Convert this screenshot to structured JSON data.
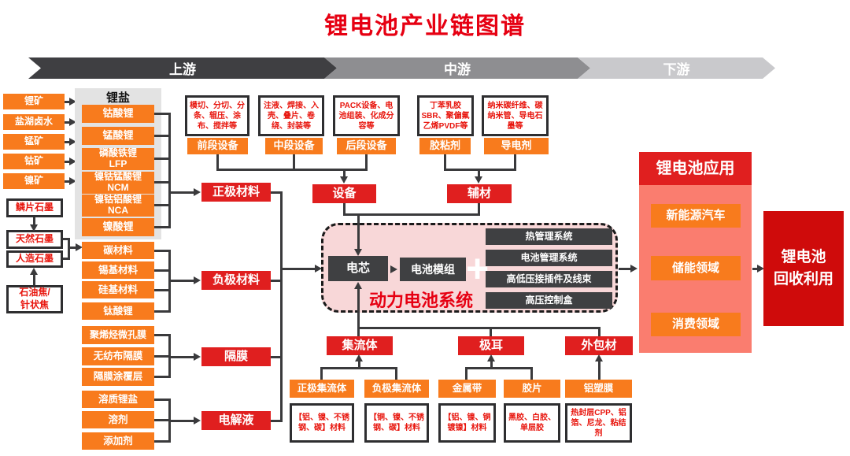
{
  "title": "锂电池产业链图谱",
  "banner": {
    "upstream": "上游",
    "midstream": "中游",
    "downstream": "下游"
  },
  "up": {
    "ores": [
      "锂矿",
      "盐湖卤水",
      "锰矿",
      "钴矿",
      "镍矿"
    ],
    "graphite": [
      "鳞片石墨",
      "天然石墨",
      "人造石墨",
      "石油焦/\n针状焦"
    ],
    "salt_header": "锂盐",
    "salts": [
      "钴酸锂",
      "锰酸锂",
      "磷酸铁锂\nLFP",
      "镍钴锰酸锂\nNCM",
      "镍钴铝酸锂\nNCA",
      "镍酸锂"
    ],
    "anode": [
      "碳材料",
      "锡基材料",
      "硅基材料",
      "钛酸锂"
    ],
    "separator": [
      "聚烯烃微孔膜",
      "无纺布隔膜",
      "隔膜涂覆层"
    ],
    "electrolyte": [
      "溶质锂盐",
      "溶剂",
      "添加剂"
    ],
    "cat": {
      "cathode": "正极材料",
      "anode": "负极材料",
      "separator": "隔膜",
      "electrolyte": "电解液"
    }
  },
  "mid": {
    "equip_details": [
      "模切、分切、分条、辊压、涂布、搅拌等",
      "注液、焊接、入壳、叠片、卷绕、封装等",
      "PACK设备、电池组装、化成分容等"
    ],
    "equip_labels": [
      "前段设备",
      "中段设备",
      "后段设备"
    ],
    "aux_details": [
      "丁苯乳胶SBR、聚偏氟乙烯PVDF等",
      "纳米碳纤维、碳纳米管、导电石墨等"
    ],
    "aux_labels": [
      "胶粘剂",
      "导电剂"
    ],
    "cat_equipment": "设备",
    "cat_auxiliary": "辅材",
    "system": {
      "label": "动力电池系统",
      "cell": "电芯",
      "module": "电池模组",
      "plus": "+",
      "components": [
        "热管理系统",
        "电池管理系统",
        "高低压接插件及线束",
        "高压控制盒"
      ]
    },
    "parts_cats": [
      "集流体",
      "极耳",
      "外包材"
    ],
    "parts_items": [
      "正极集流体",
      "负极集流体",
      "金属带",
      "胶片",
      "铝塑膜"
    ],
    "parts_details": [
      "【铝、镍、不锈钢、碳】材料",
      "【铜、镍、不锈钢、碳】材料",
      "【铝、镍、铜镀镍】材料",
      "黑胶、白胶、单层胶",
      "热封层CPP、铝箔、尼龙、粘结剂"
    ]
  },
  "down": {
    "app_header": "锂电池应用",
    "apps": [
      "新能源汽车",
      "储能领域",
      "消费领域"
    ],
    "recycle": "锂电池\n回收利用"
  },
  "colors": {
    "orange": "#f87b1d",
    "category_red": "#e01f1f",
    "dark": "#3f4042",
    "deep_red": "#cf0b0b",
    "salmon": "#fa7d6f",
    "pink": "#f8d7d8",
    "title_red": "#e60012"
  }
}
